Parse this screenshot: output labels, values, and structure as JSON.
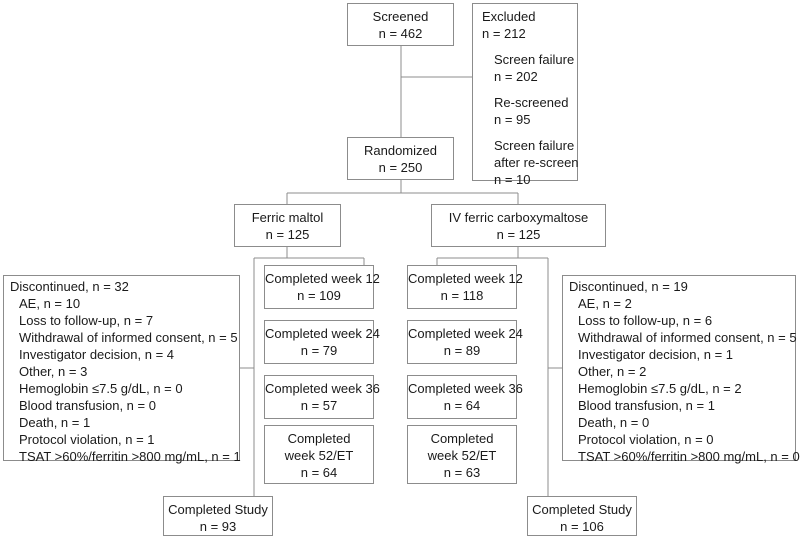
{
  "screened": {
    "title": "Screened",
    "count": "n = 462"
  },
  "excluded": {
    "title": "Excluded",
    "count": "n = 212",
    "items": [
      {
        "label": "Screen failure",
        "count": "n = 202"
      },
      {
        "label": "Re-screened",
        "count": "n = 95"
      },
      {
        "label": "Screen failure",
        "label2": "after re-screen",
        "count": "n = 10"
      }
    ]
  },
  "randomized": {
    "title": "Randomized",
    "count": "n = 250"
  },
  "arms": {
    "left": {
      "name": "Ferric maltol",
      "count": "n = 125",
      "discontinued": {
        "header": "Discontinued, n = 32",
        "reasons": [
          "AE, n = 10",
          "Loss to follow-up, n = 7",
          "Withdrawal of informed consent, n = 5",
          "Investigator decision, n = 4",
          "Other, n = 3",
          "Hemoglobin ≤7.5 g/dL, n = 0",
          "Blood transfusion, n = 0",
          "Death, n = 1",
          "Protocol violation, n = 1",
          "TSAT >60%/ferritin >800 mg/mL, n = 1"
        ]
      },
      "milestones": [
        {
          "label": "Completed week 12",
          "count": "n = 109"
        },
        {
          "label": "Completed week 24",
          "count": "n = 79"
        },
        {
          "label": "Completed week 36",
          "count": "n = 57"
        },
        {
          "label": "Completed",
          "label2": "week 52/ET",
          "count": "n = 64"
        }
      ],
      "completed": {
        "label": "Completed Study",
        "count": "n = 93"
      }
    },
    "right": {
      "name": "IV ferric carboxymaltose",
      "count": "n = 125",
      "discontinued": {
        "header": "Discontinued, n = 19",
        "reasons": [
          "AE, n = 2",
          "Loss to follow-up, n = 6",
          "Withdrawal of informed consent, n = 5",
          "Investigator decision, n = 1",
          "Other, n = 2",
          "Hemoglobin ≤7.5 g/dL, n = 2",
          "Blood transfusion, n = 1",
          "Death, n = 0",
          "Protocol violation, n = 0",
          "TSAT >60%/ferritin >800 mg/mL, n = 0"
        ]
      },
      "milestones": [
        {
          "label": "Completed week 12",
          "count": "n = 118"
        },
        {
          "label": "Completed week 24",
          "count": "n = 89"
        },
        {
          "label": "Completed week 36",
          "count": "n = 64"
        },
        {
          "label": "Completed",
          "label2": "week 52/ET",
          "count": "n = 63"
        }
      ],
      "completed": {
        "label": "Completed Study",
        "count": "n = 106"
      }
    }
  },
  "colors": {
    "border": "#8c8c8c",
    "connector": "#8c8c8c",
    "text": "#1a1a1a"
  }
}
